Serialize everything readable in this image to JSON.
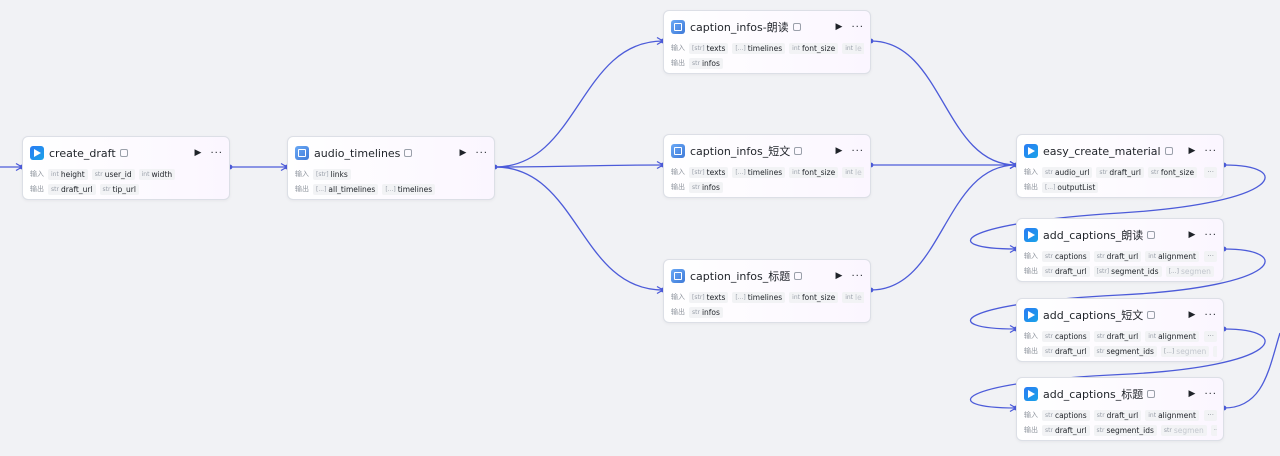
{
  "labels": {
    "input": "输入",
    "output": "输出",
    "more": "···",
    "chip_more": "···"
  },
  "colors": {
    "edge": "#4c5bd9",
    "accent": "#2a7bf4"
  },
  "nodes": [
    {
      "id": "create_draft",
      "icon": "plugin-icon",
      "title": "create_draft",
      "inputs": [
        {
          "type": "int",
          "name": "height"
        },
        {
          "type": "str",
          "name": "user_id"
        },
        {
          "type": "int",
          "name": "width"
        }
      ],
      "outputs": [
        {
          "type": "str",
          "name": "draft_url"
        },
        {
          "type": "str",
          "name": "tip_url"
        }
      ]
    },
    {
      "id": "audio_timelines",
      "icon": "code-icon",
      "title": "audio_timelines",
      "inputs": [
        {
          "type": "[str]",
          "name": "links"
        }
      ],
      "outputs": [
        {
          "type": "[...]",
          "name": "all_timelines"
        },
        {
          "type": "[...]",
          "name": "timelines"
        }
      ]
    },
    {
      "id": "caption_infos_langdu",
      "icon": "code-icon",
      "title": "caption_infos-朗读",
      "inputs": [
        {
          "type": "[str]",
          "name": "texts"
        },
        {
          "type": "[...]",
          "name": "timelines"
        },
        {
          "type": "int",
          "name": "font_size"
        },
        {
          "type": "int",
          "name": "le",
          "fade": true
        }
      ],
      "outputs": [
        {
          "type": "str",
          "name": "infos"
        }
      ]
    },
    {
      "id": "caption_infos_duanwen",
      "icon": "code-icon",
      "title": "caption_infos_短文",
      "inputs": [
        {
          "type": "[str]",
          "name": "texts"
        },
        {
          "type": "[...]",
          "name": "timelines"
        },
        {
          "type": "int",
          "name": "font_size"
        },
        {
          "type": "int",
          "name": "le",
          "fade": true
        }
      ],
      "outputs": [
        {
          "type": "str",
          "name": "infos"
        }
      ]
    },
    {
      "id": "caption_infos_biaoti",
      "icon": "code-icon",
      "title": "caption_infos_标题",
      "inputs": [
        {
          "type": "[str]",
          "name": "texts"
        },
        {
          "type": "[...]",
          "name": "timelines"
        },
        {
          "type": "int",
          "name": "font_size"
        },
        {
          "type": "int",
          "name": "le",
          "fade": true
        }
      ],
      "outputs": [
        {
          "type": "str",
          "name": "infos"
        }
      ]
    },
    {
      "id": "easy_create_material",
      "icon": "plugin-icon",
      "title": "easy_create_material",
      "inputs": [
        {
          "type": "str",
          "name": "audio_url"
        },
        {
          "type": "str",
          "name": "draft_url"
        },
        {
          "type": "str",
          "name": "font_size"
        }
      ],
      "outputs": [
        {
          "type": "[...]",
          "name": "outputList"
        }
      ]
    },
    {
      "id": "add_captions_langdu",
      "icon": "plugin-icon",
      "title": "add_captions_朗读",
      "inputs": [
        {
          "type": "str",
          "name": "captions"
        },
        {
          "type": "str",
          "name": "draft_url"
        },
        {
          "type": "int",
          "name": "alignment"
        }
      ],
      "outputs": [
        {
          "type": "str",
          "name": "draft_url"
        },
        {
          "type": "[str]",
          "name": "segment_ids"
        },
        {
          "type": "[...]",
          "name": "segmen",
          "fade": true
        }
      ]
    },
    {
      "id": "add_captions_duanwen",
      "icon": "plugin-icon",
      "title": "add_captions_短文",
      "inputs": [
        {
          "type": "str",
          "name": "captions"
        },
        {
          "type": "str",
          "name": "draft_url"
        },
        {
          "type": "int",
          "name": "alignment"
        }
      ],
      "outputs": [
        {
          "type": "str",
          "name": "draft_url"
        },
        {
          "type": "str",
          "name": "segment_ids"
        },
        {
          "type": "[...]",
          "name": "segmen",
          "fade": true
        }
      ]
    },
    {
      "id": "add_captions_biaoti",
      "icon": "plugin-icon",
      "title": "add_captions_标题",
      "inputs": [
        {
          "type": "str",
          "name": "captions"
        },
        {
          "type": "str",
          "name": "draft_url"
        },
        {
          "type": "int",
          "name": "alignment"
        }
      ],
      "outputs": [
        {
          "type": "str",
          "name": "draft_url"
        },
        {
          "type": "str",
          "name": "segment_ids"
        },
        {
          "type": "str",
          "name": "segmen",
          "fade": true
        }
      ]
    }
  ]
}
